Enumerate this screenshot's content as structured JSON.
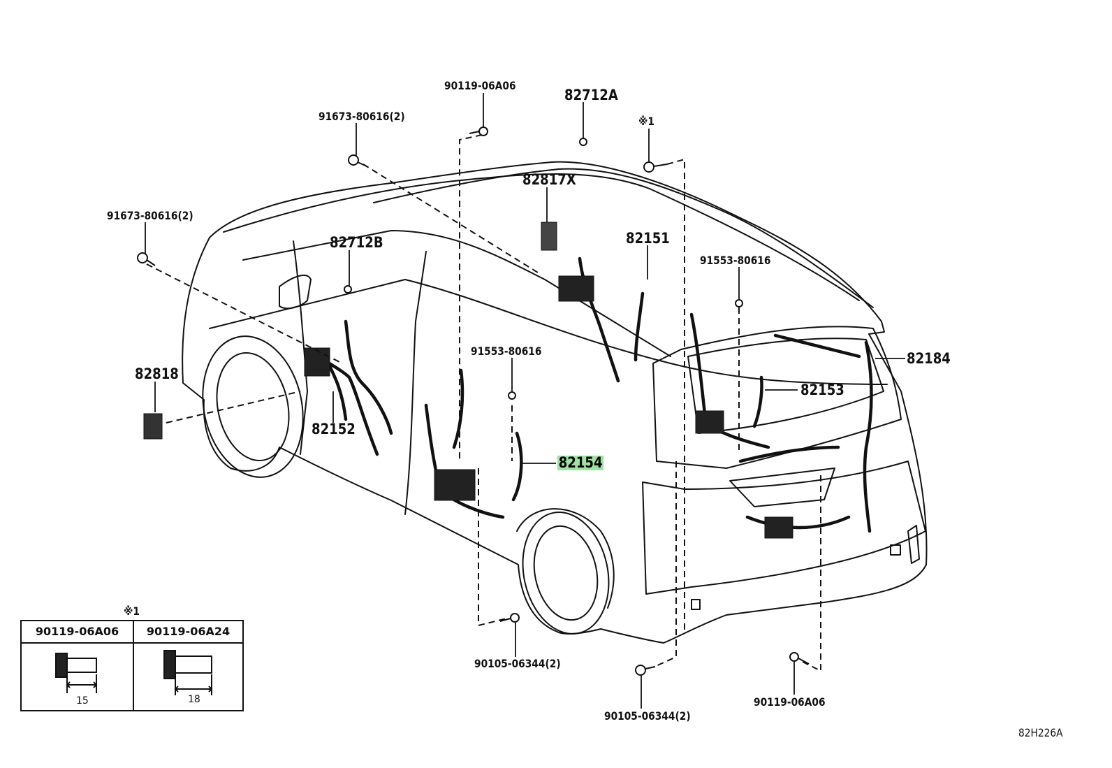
{
  "diagram": {
    "diagram_code": "82H226A",
    "parts": {
      "p_90119_06A06_top": "90119-06A06",
      "p_82712A": "82712A",
      "p_note1_top": "※1",
      "p_91673_80616_a": "91673-80616(2)",
      "p_91673_80616_b": "91673-80616(2)",
      "p_82817X": "82817X",
      "p_82712B": "82712B",
      "p_82151": "82151",
      "p_91553_80616_a": "91553-80616",
      "p_91553_80616_b": "91553-80616",
      "p_82818": "82818",
      "p_82184": "82184",
      "p_82153": "82153",
      "p_82152": "82152",
      "p_82154": "82154",
      "p_90105_06344_a": "90105-06344(2)",
      "p_90105_06344_b": "90105-06344(2)",
      "p_90119_06A06_bottom": "90119-06A06"
    },
    "legend": {
      "note_mark": "※1",
      "col1_header": "90119-06A06",
      "col2_header": "90119-06A24",
      "col1_dim": "15",
      "col2_dim": "18"
    }
  }
}
